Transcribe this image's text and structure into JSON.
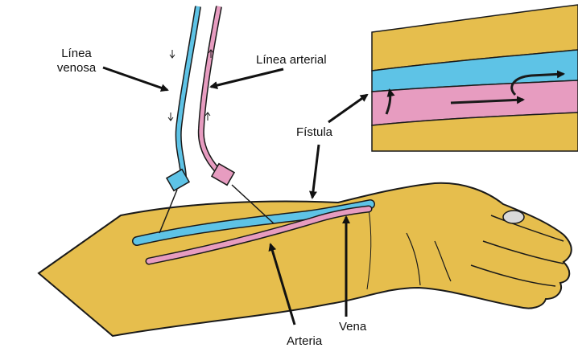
{
  "labels": {
    "venous_line": [
      "Línea",
      "venosa"
    ],
    "arterial_line": "Línea arterial",
    "fistula": "Fístula",
    "vein": "Vena",
    "artery": "Arteria"
  },
  "colors": {
    "skin": "#E6BE4D",
    "skin_outline": "#1a1a1a",
    "vein": "#5EC3E6",
    "artery": "#E79CC0",
    "text": "#111111"
  }
}
